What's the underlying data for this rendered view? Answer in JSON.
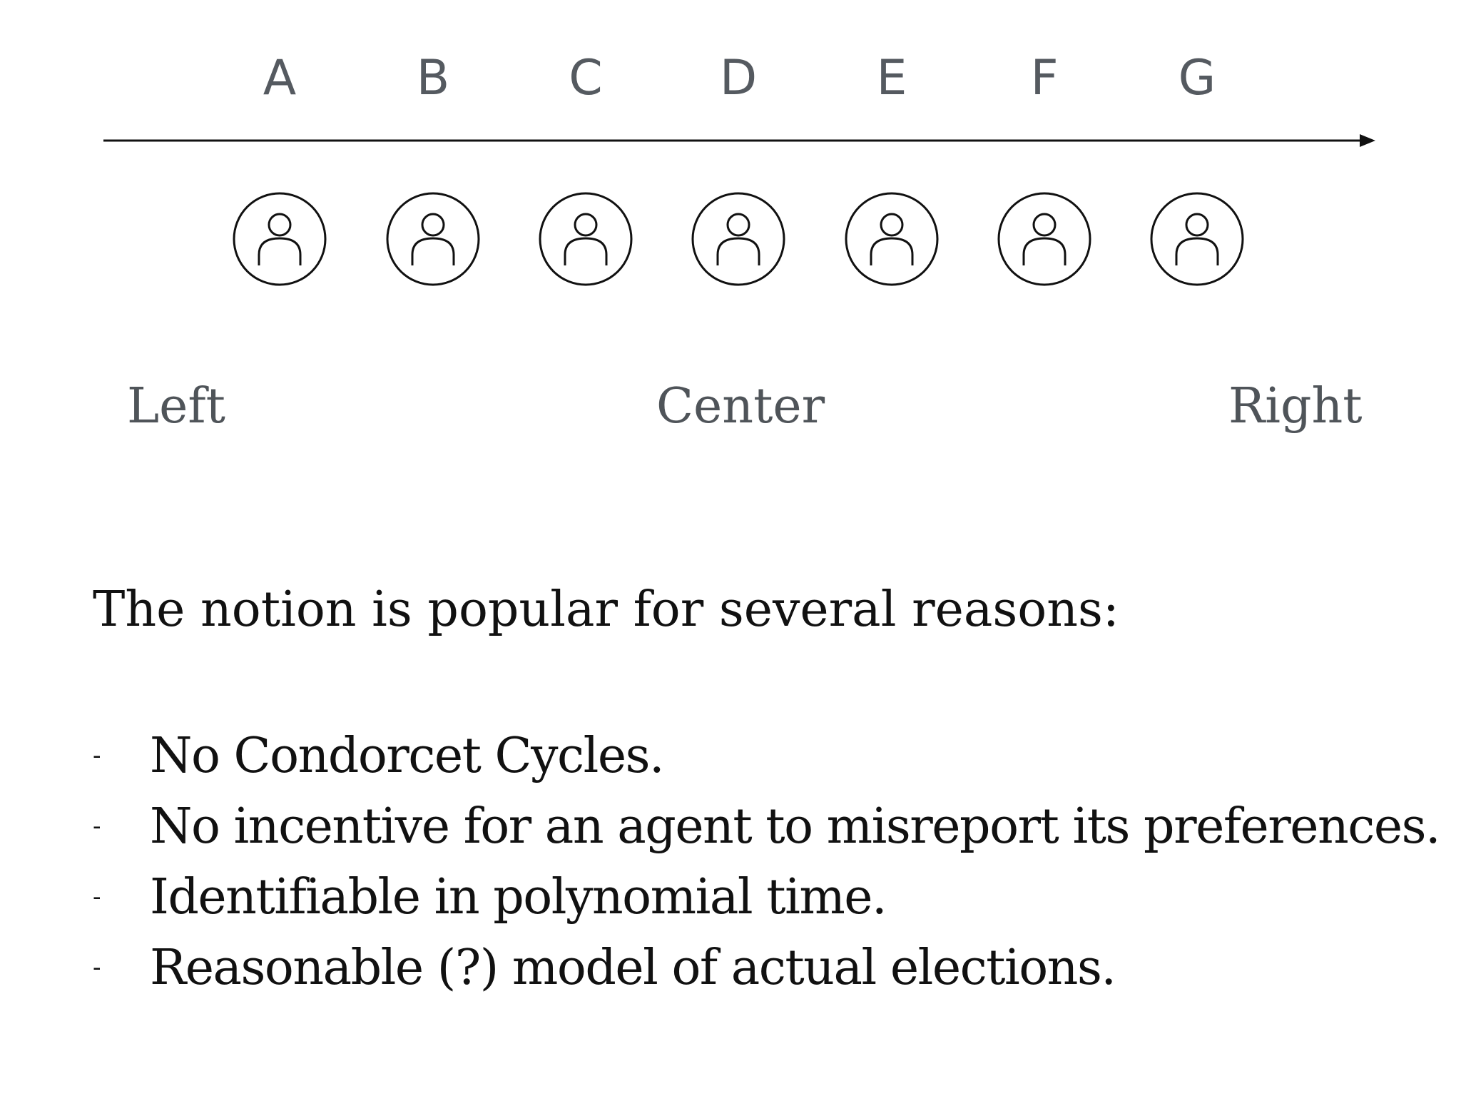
{
  "candidates": [
    "A",
    "B",
    "C",
    "D",
    "E",
    "F",
    "G"
  ],
  "voters": [
    {
      "icon": "person-icon"
    },
    {
      "icon": "person-icon"
    },
    {
      "icon": "person-icon"
    },
    {
      "icon": "person-icon"
    },
    {
      "icon": "person-icon"
    },
    {
      "icon": "person-icon"
    },
    {
      "icon": "person-icon"
    }
  ],
  "spectrum": {
    "left": "Left",
    "center": "Center",
    "right": "Right"
  },
  "intro": "The notion is popular for several reasons:",
  "reasons": [
    {
      "bullet": "-",
      "text": "No Condorcet Cycles."
    },
    {
      "bullet": "-",
      "text": "No incentive for an agent to misreport its preferences."
    },
    {
      "bullet": "-",
      "text": "Identifiable in polynomial time."
    },
    {
      "bullet": "-",
      "text": "Reasonable (?) model of actual elections."
    }
  ],
  "colors": {
    "axis": "#111111",
    "label_gray": "#555a60",
    "body_text": "#111111"
  }
}
